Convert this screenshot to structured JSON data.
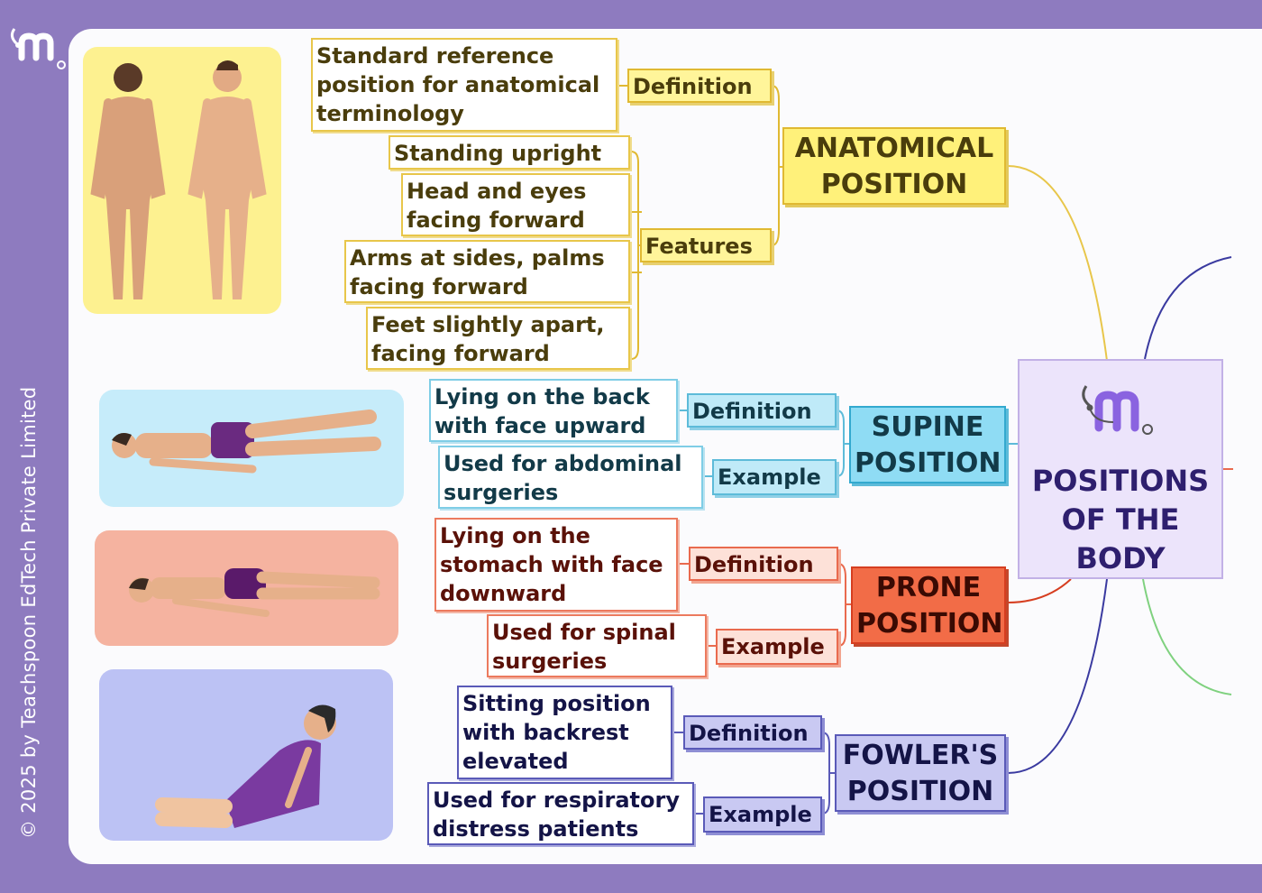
{
  "copyright": "© 2025 by Teachspoon EdTech Private Limited",
  "central_topic": "POSITIONS\nOF THE\nBODY",
  "colors": {
    "frame": "#8e7bbf",
    "anatomical": "#fff17a",
    "supine": "#8fdcf4",
    "prone": "#f26c47",
    "fowler": "#c9c9f2",
    "center": "#ece4fb"
  },
  "anatomical": {
    "title": "ANATOMICAL\nPOSITION",
    "definition_label": "Definition",
    "definition_text": "Standard reference\nposition for anatomical\nterminology",
    "features_label": "Features",
    "features": [
      "Standing upright",
      "Head and eyes\nfacing forward",
      "Arms at sides, palms\nfacing forward",
      "Feet slightly apart,\nfacing forward"
    ]
  },
  "supine": {
    "title": "SUPINE\nPOSITION",
    "definition_label": "Definition",
    "definition_text": "Lying on the back\nwith face upward",
    "example_label": "Example",
    "example_text": "Used for abdominal\nsurgeries"
  },
  "prone": {
    "title": "PRONE\nPOSITION",
    "definition_label": "Definition",
    "definition_text": "Lying on the\nstomach with face\ndownward",
    "example_label": "Example",
    "example_text": "Used for spinal\nsurgeries"
  },
  "fowler": {
    "title": "FOWLER'S\nPOSITION",
    "definition_label": "Definition",
    "definition_text": "Sitting position\nwith backrest\nelevated",
    "example_label": "Example",
    "example_text": "Used for respiratory\ndistress patients"
  },
  "illustrations": [
    "anatomical-figures-front-back",
    "supine-figure",
    "prone-figure",
    "fowler-figure"
  ]
}
